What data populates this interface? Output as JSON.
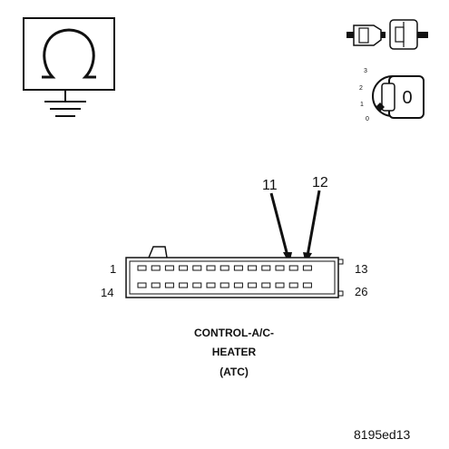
{
  "connector": {
    "pins_per_row": 13,
    "pin_top_left": "1",
    "pin_top_right": "13",
    "pin_bottom_left": "14",
    "pin_bottom_right": "26",
    "callouts": [
      "11",
      "12"
    ],
    "caption_lines": [
      "CONTROL-A/C-",
      "HEATER",
      "(ATC)"
    ]
  },
  "ignition_key": {
    "positions": [
      "3",
      "2",
      "1",
      "0"
    ],
    "key_face": "0"
  },
  "icons": {
    "ohmmeter": "ohm-symbol-ground-icon",
    "connector_plug": "disconnected-connector-icon",
    "ignition": "ignition-key-off-icon"
  },
  "figure_id": "8195ed13"
}
